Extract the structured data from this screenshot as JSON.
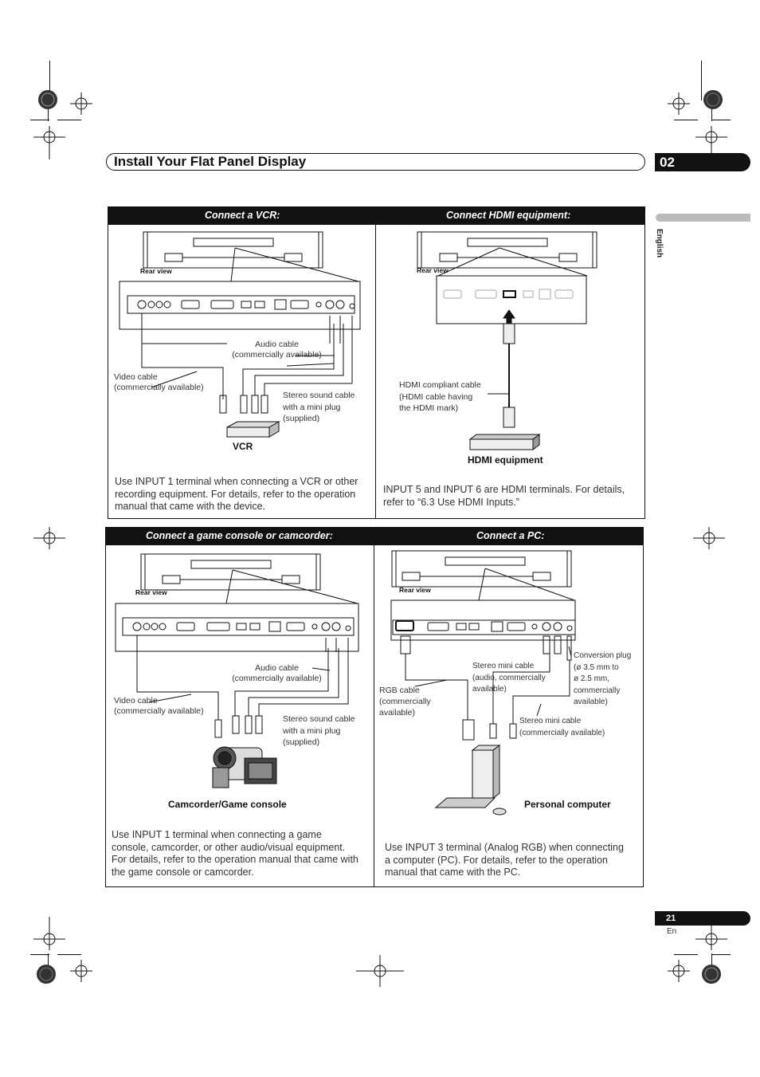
{
  "header": {
    "title": "Install Your Flat Panel Display",
    "chapter": "02"
  },
  "side_tab": {
    "language": "English"
  },
  "top_panel": {
    "left": {
      "title": "Connect a VCR:",
      "rear_view": "Rear view",
      "audio_cable": [
        "Audio cable",
        "(commercially available)"
      ],
      "video_cable": [
        "Video  cable",
        "(commercially available)"
      ],
      "stereo_cable": [
        "Stereo sound cable",
        "with a mini plug",
        "(supplied)"
      ],
      "device": "VCR",
      "body": [
        "Use INPUT 1 terminal when connecting a VCR or other",
        "recording equipment. For details, refer to the operation",
        "manual that came with the device."
      ]
    },
    "right": {
      "title": "Connect HDMI equipment:",
      "rear_view": "Rear view",
      "hdmi_cable": [
        "HDMI compliant cable",
        "(HDMI cable having",
        "the HDMI mark)"
      ],
      "device": "HDMI equipment",
      "body": [
        "INPUT 5 and INPUT 6 are HDMI terminals. For details,",
        "refer to “6.3 Use HDMI Inputs.”"
      ]
    }
  },
  "bottom_panel": {
    "left": {
      "title": "Connect a game console or camcorder:",
      "rear_view": "Rear view",
      "audio_cable": [
        "Audio cable",
        "(commercially available)"
      ],
      "video_cable": [
        "Video  cable",
        "(commercially available)"
      ],
      "stereo_cable": [
        "Stereo sound cable",
        "with a mini plug",
        "(supplied)"
      ],
      "device": "Camcorder/Game console",
      "body": [
        "Use INPUT 1 terminal when connecting a game",
        "console, camcorder, or other audio/visual equipment.",
        "For details, refer to the operation manual that came with",
        "the game console or camcorder."
      ]
    },
    "right": {
      "title": "Connect a PC:",
      "rear_view": "Rear view",
      "stereo_mini_cable_1": [
        "Stereo mini cable",
        "(audio, commercially",
        "available)"
      ],
      "conversion_plug": [
        "Conversion plug",
        "(ø 3.5 mm to",
        "ø 2.5 mm,",
        "commercially",
        "available)"
      ],
      "rgb_cable": [
        "RGB cable",
        "(commercially",
        "available)"
      ],
      "stereo_mini_cable_2": [
        "Stereo mini cable",
        "(commercially available)"
      ],
      "device": "Personal computer",
      "body": [
        "Use INPUT 3 terminal (Analog RGB) when connecting",
        "a computer (PC). For details, refer to the operation",
        "manual that came with the PC."
      ]
    }
  },
  "footer": {
    "page_number": "21",
    "page_lang": "En"
  }
}
